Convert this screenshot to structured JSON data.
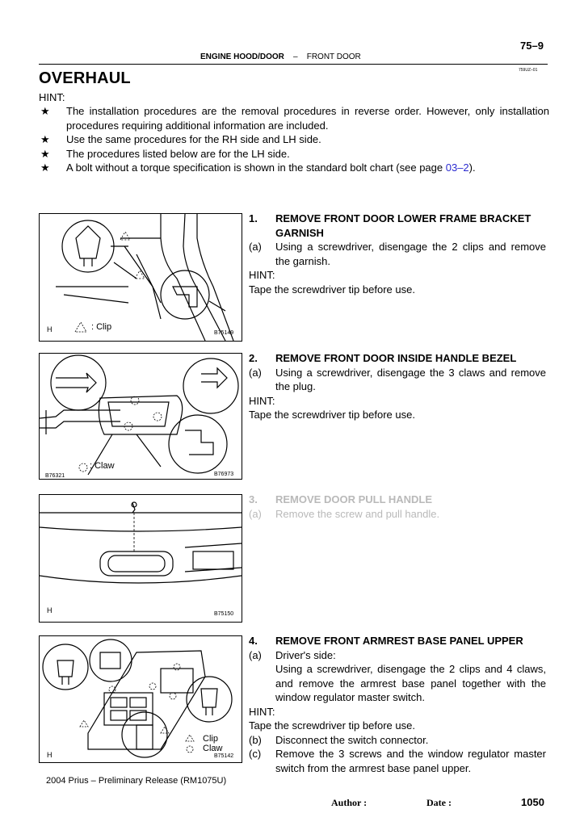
{
  "header": {
    "page_ref": "75–9",
    "section_bold": "ENGINE HOOD/DOOR",
    "section_sep": "–",
    "section_sub": "FRONT DOOR",
    "doc_code": "759UZ–01"
  },
  "title": "OVERHAUL",
  "hint_label": "HINT:",
  "bullet_char": "★",
  "bullets": [
    {
      "text": "The installation procedures are the removal procedures in reverse order. However, only installation procedures requiring additional information are included."
    },
    {
      "text": "Use the same procedures for the RH side and LH side."
    },
    {
      "text": "The procedures listed below are for the LH side."
    },
    {
      "text_before": "A bolt without a torque specification is shown in the standard bolt chart (see page ",
      "link": "03–2",
      "text_after": ")."
    }
  ],
  "figures": [
    {
      "tag": "H",
      "legend": ": Clip",
      "id": "B75149"
    },
    {
      "tag": "B76321",
      "legend": ": Claw",
      "id": "B76973"
    },
    {
      "tag": "H",
      "id": "B75150"
    },
    {
      "tag": "H",
      "legend_clip": "Clip",
      "legend_claw": "Claw",
      "id": "B75142"
    }
  ],
  "steps": [
    {
      "num": "1.",
      "title": "REMOVE FRONT DOOR LOWER FRAME BRACKET GARNISH",
      "sub_letter": "(a)",
      "sub_text": "Using a screwdriver, disengage the 2 clips and remove the garnish.",
      "hint_label": "HINT:",
      "hint_text": "Tape the screwdriver tip before use."
    },
    {
      "num": "2.",
      "title": "REMOVE FRONT DOOR INSIDE HANDLE BEZEL",
      "sub_letter": "(a)",
      "sub_text": "Using a screwdriver, disengage the 3 claws and remove the plug.",
      "hint_label": "HINT:",
      "hint_text": "Tape the screwdriver tip before use."
    },
    {
      "num": "3.",
      "title": "REMOVE DOOR PULL HANDLE",
      "sub_letter": "(a)",
      "sub_text": "Remove the screw and pull handle."
    },
    {
      "num": "4.",
      "title": "REMOVE FRONT ARMREST BASE PANEL UPPER",
      "sub_a_letter": "(a)",
      "sub_a_title": "Driver's side:",
      "sub_a_text": "Using a screwdriver, disengage the 2 clips and 4 claws, and remove the armrest base panel together with the window regulator master switch.",
      "hint_label": "HINT:",
      "hint_text": "Tape the screwdriver tip before use.",
      "sub_b_letter": "(b)",
      "sub_b_text": "Disconnect the switch connector.",
      "sub_c_letter": "(c)",
      "sub_c_text": "Remove the 3 screws and the window regulator master switch from the armrest base panel upper."
    }
  ],
  "footer": {
    "release": "2004 Prius – Preliminary Release (RM1075U)",
    "author_label": "Author :",
    "date_label": "Date :",
    "page_number": "1050"
  }
}
